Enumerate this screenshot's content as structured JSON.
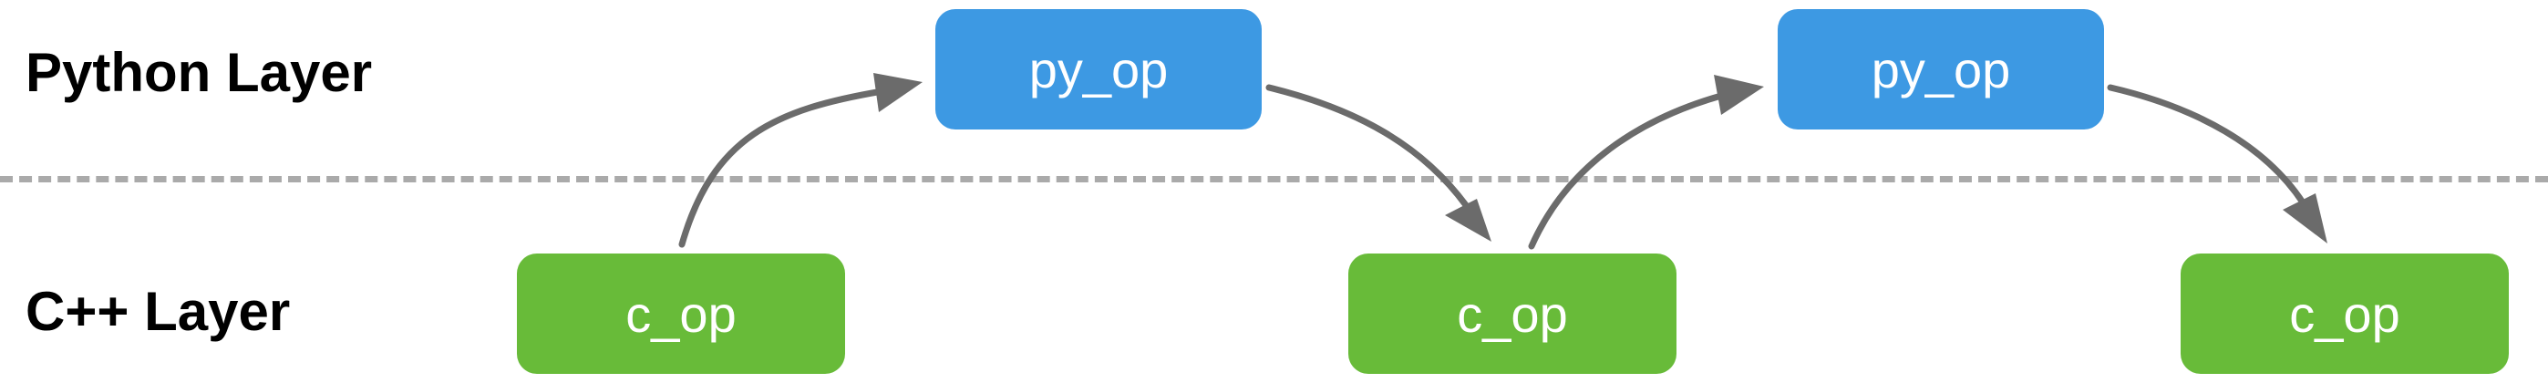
{
  "layers": {
    "python_label": "Python Layer",
    "cpp_label": "C++ Layer"
  },
  "python_ops": [
    {
      "label": "py_op"
    },
    {
      "label": "py_op"
    }
  ],
  "c_ops": [
    {
      "label": "c_op"
    },
    {
      "label": "c_op"
    },
    {
      "label": "c_op"
    }
  ],
  "colors": {
    "py_op": "#3d99e3",
    "c_op": "#68bb39",
    "arrow": "#6b6b6b",
    "divider": "#aaaaaa",
    "label_text": "#000000"
  },
  "flow": [
    {
      "from": "c_op 1",
      "to": "py_op 1"
    },
    {
      "from": "py_op 1",
      "to": "c_op 2"
    },
    {
      "from": "c_op 2",
      "to": "py_op 2"
    },
    {
      "from": "py_op 2",
      "to": "c_op 3"
    }
  ]
}
